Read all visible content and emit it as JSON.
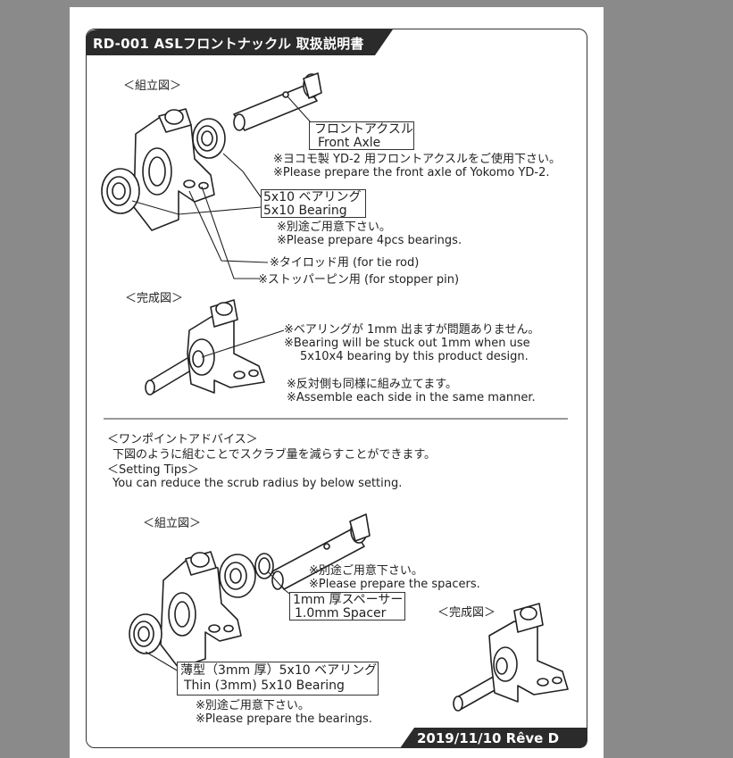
{
  "header": {
    "title": "RD-001 ASLフロントナックル 取扱説明書"
  },
  "section1": {
    "assembly_heading": "＜組立図＞",
    "front_axle_jp": "フロントアクスル",
    "front_axle_en": "Front Axle",
    "axle_note_jp": "※ヨコモ製 YD-2 用フロントアクスルをご使用下さい。",
    "axle_note_en": "※Please prepare the front axle of Yokomo YD-2.",
    "bearing_jp": "5x10 ベアリング",
    "bearing_en": "5x10 Bearing",
    "bearing_note_jp": "※別途ご用意下さい。",
    "bearing_note_en": "※Please prepare 4pcs bearings.",
    "tierod": "※タイロッド用 (for tie rod)",
    "stopper": "※ストッパーピン用 (for stopper pin)",
    "completed_heading": "＜完成図＞",
    "stuck_jp": "※ベアリングが 1mm 出ますが問題ありません。",
    "stuck_en1": "※Bearing will be stuck out 1mm when use",
    "stuck_en2": "5x10x4 bearing by this product design.",
    "same_jp": "※反対側も同様に組み立てます。",
    "same_en": "※Assemble each side in the same manner."
  },
  "section2": {
    "advice_heading": "＜ワンポイントアドバイス＞",
    "advice_text": "下図のように組むことでスクラブ量を減らすことができます。",
    "tips_heading": "＜Setting Tips＞",
    "tips_text": "You can reduce the scrub radius by below setting.",
    "assembly_heading": "＜組立図＞",
    "spacer_note_jp": "※別途ご用意下さい。",
    "spacer_note_en": "※Please prepare the spacers.",
    "spacer_jp": "1mm 厚スペーサー",
    "spacer_en": "1.0mm Spacer",
    "completed_heading": "＜完成図＞",
    "thin_jp": "薄型（3mm 厚）5x10 ベアリング",
    "thin_en": "Thin (3mm) 5x10 Bearing",
    "bearings_note_jp": "※別途ご用意下さい。",
    "bearings_note_en": "※Please prepare the bearings."
  },
  "footer": {
    "text": "2019/11/10 Rêve D"
  },
  "colors": {
    "banner": "#2b2b2b",
    "background": "#8a8a8a",
    "paper": "#ffffff"
  }
}
